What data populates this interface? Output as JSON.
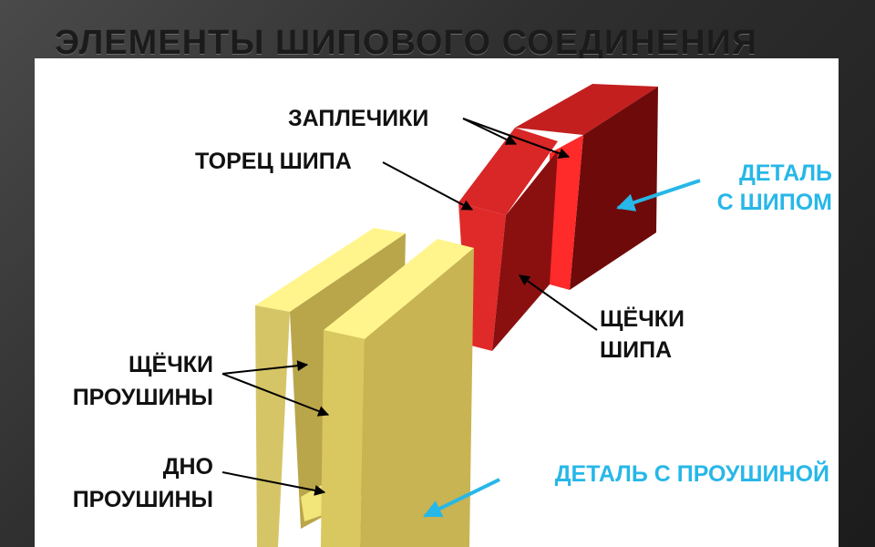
{
  "title": "ЭЛЕМЕНТЫ ШИПОВОГО СОЕДИНЕНИЯ",
  "labels": {
    "shoulders": "ЗАПЛЕЧИКИ",
    "tenon_end": "ТОРЕЦ ШИПА",
    "part_with_tenon_line1": "ДЕТАЛЬ",
    "part_with_tenon_line2": "С ШИПОМ",
    "tenon_cheeks_line1": "ЩЁЧКИ",
    "tenon_cheeks_line2": "ШИПА",
    "slot_cheeks_line1": "ЩЁЧКИ",
    "slot_cheeks_line2": "ПРОУШИНЫ",
    "slot_bottom_line1": "ДНО",
    "slot_bottom_line2": "ПРОУШИНЫ",
    "part_with_slot": "ДЕТАЛЬ С ПРОУШИНОЙ"
  },
  "colors": {
    "label_text": "#111111",
    "accent_label": "#27b7e8",
    "tenon_part": "#b11a1a",
    "slot_part": "#c9b55a"
  }
}
